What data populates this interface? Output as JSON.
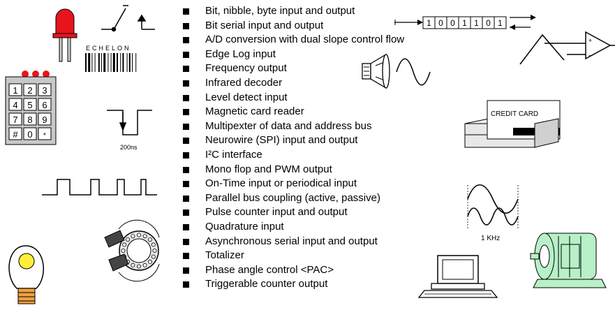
{
  "features": [
    "Bit, nibble, byte input and output",
    "Bit serial input and output",
    "A/D conversion with dual slope control flow",
    "Edge Log input",
    "Frequency output",
    "Infrared decoder",
    "Level detect input",
    "Magnetic card reader",
    "Multipexter of data and address bus",
    "Neurowire (SPI) input and output",
    "I²C interface",
    "Mono flop and PWM output",
    "On-Time input or periodical input",
    "Parallel bus coupling (active, passive)",
    "Pulse counter input and output",
    "Quadrature input",
    "Asynchronous serial input and output",
    "Totalizer",
    "Phase angle control <PAC>",
    "Triggerable counter output"
  ],
  "labels": {
    "barcode": "ECHELON",
    "pulse_width": "200ns",
    "credit_card": "CREDIT CARD",
    "frequency": "1 KHz"
  },
  "bits": [
    "1",
    "0",
    "0",
    "1",
    "1",
    "0",
    "1"
  ],
  "keypad": [
    "1",
    "2",
    "3",
    "4",
    "5",
    "6",
    "7",
    "8",
    "9",
    "#",
    "0",
    "*"
  ],
  "colors": {
    "led": "#e8141b",
    "bulb": "#ffef3a",
    "base": "#f0a040",
    "motor": "#b8f0c8"
  }
}
